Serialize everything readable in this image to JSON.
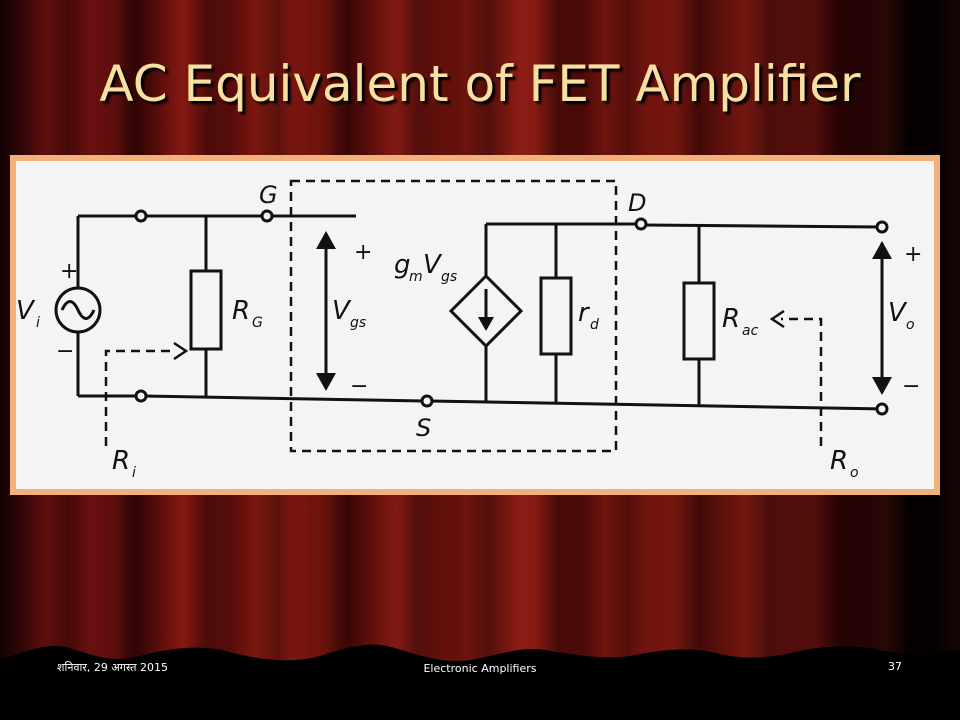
{
  "slide": {
    "title": "AC Equivalent of FET Amplifier",
    "footer_date": "शनिवार, 29 अगस्त 2015",
    "footer_center": "Electronic Amplifiers",
    "page_number": "37"
  },
  "diagram": {
    "labels": {
      "gate": "G",
      "drain": "D",
      "source": "S",
      "vi": "V",
      "vi_sub": "i",
      "rg": "R",
      "rg_sub": "G",
      "vgs": "V",
      "vgs_sub": "gs",
      "gm": "g",
      "gm_sub": "m",
      "gm_v": "V",
      "gm_v_sub": "gs",
      "rd": "r",
      "rd_sub": "d",
      "rac": "R",
      "rac_sub": "ac",
      "vo": "V",
      "vo_sub": "o",
      "ri": "R",
      "ri_sub": "i",
      "ro": "R",
      "ro_sub": "o",
      "plus": "+",
      "minus": "−"
    }
  }
}
